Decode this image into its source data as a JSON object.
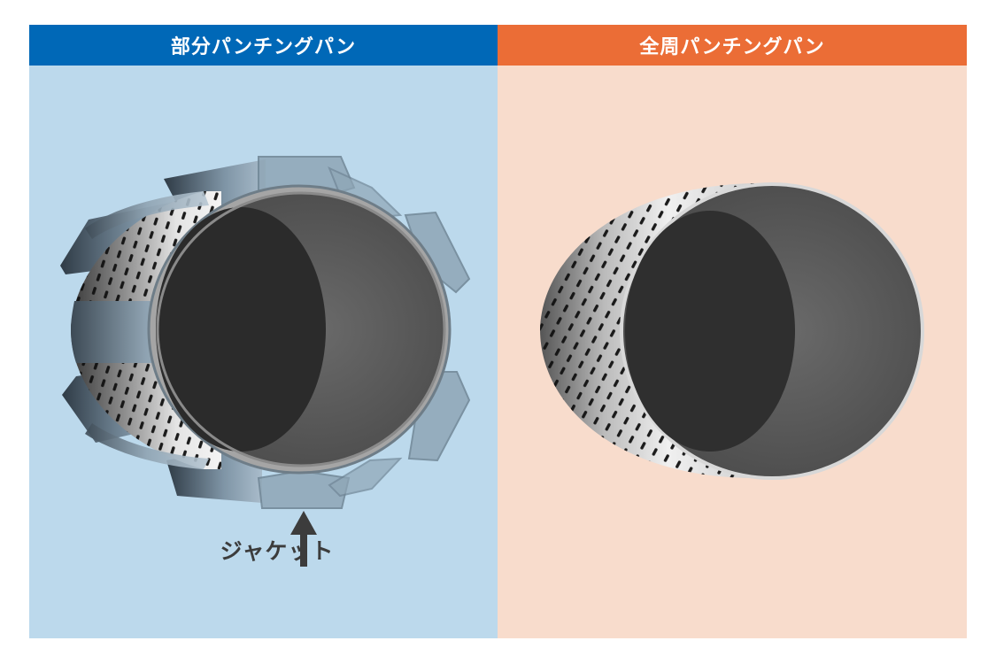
{
  "left_panel": {
    "title": "部分パンチングパン",
    "header_color": "#0068b7",
    "background_color": "#bcd9ec",
    "callout": {
      "label": "ジャケット"
    }
  },
  "right_panel": {
    "title": "全周パンチングパン",
    "header_color": "#eb6d36",
    "background_color": "#f8dccc"
  },
  "colors": {
    "cylinder_dark": "#2b2b2b",
    "cylinder_mid": "#5f5f5f",
    "jacket_fill": "#8fa6b6",
    "jacket_stroke": "#6f8595",
    "arrow": "#3c3c3c"
  },
  "icons": {
    "arrow": "arrow-up-icon"
  }
}
